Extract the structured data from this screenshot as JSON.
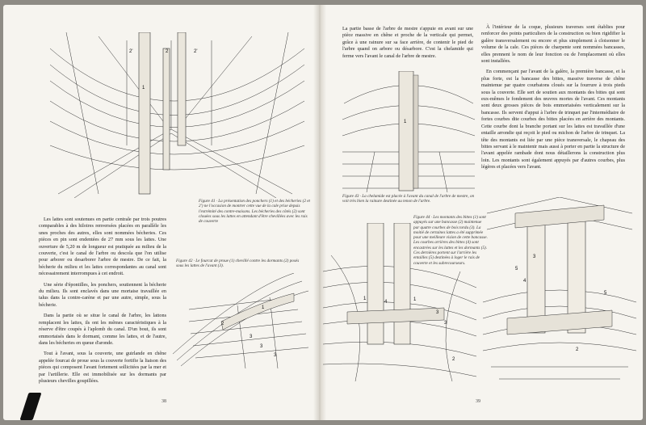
{
  "left_page": {
    "figure41_caption": "Figure 41 · La présentation des ponchers (1) et des bécheries (2 et 2') ne l'occasion de montrer cette vue de la cale prise depuis l'extrémité des contre-maisons. Les bécheries des côtés (2) sont clouées sous les lattes en attendant d'être chevillées avec les rais de couverte",
    "figure42_caption": "Figure 42 · Le fourcat de proue (1) chevillé contre les dormants (2) posés sous les lattes de l'avant (3).",
    "paragraphs": [
      "Les lattes sont soutenues en partie centrale par trois poutres comparables à des hiloires renversées placées en parallèle les unes proches des autres, elles sont nommées bécheries. Ces pièces en pin sont endentées de 27 mm sous les lattes. Une ouverture de 5,20 m de longueur est pratiquée au milieu de la couverte, c'est le canal de l'arbre ou descola que l'on utilise pour arborer ou desarborer l'arbre de mestre. De ce fait, la bécherie du milieu et les lattes correspondantes au canal sont nécessairement interrompues à cet endroit.",
      "Une série d'épontilles, les ponchers, soutiennent la bécherie du milieu. Ils sont enclavés dans une mortaise travaillée en talus dans la contre-carène et par une autre, simple, sous la bécherie.",
      "Dans la partie où se situe le canal de l'arbre, les lattons remplacent les lattes, ils ont les mêmes caractéristiques à la réserve d'être coupés à l'aplomb du canal. D'un bout, ils sont emmortaisés dans le dormant, comme les lattes, et de l'autre, dans les bécheries en queue d'aronde.",
      "Tout à l'avant, sous la couverte, une guirlande en chêne appelée fourcat de proue sous la couverte fortifie la liaison des pièces qui composent l'avant fortement sollicitées par la mer et par l'artillerie. Elle est immobilisée sur les dormants par plusieurs chevilles goupillées."
    ],
    "page_number": "38"
  },
  "right_page": {
    "intro": "La partie basse de l'arbre de mestre s'appuie en avant sur une pièce massive en chêne et proche de la verticale qui permet, grâce à une rainure sur sa face arrière, de contenir le pied de l'arbre quand on arbore ou désarbore. C'est la chelamide qui ferme vers l'avant le canal de l'arbre de mestre.",
    "figure43_caption": "Figure 43 · La chelamide est placée à l'avant du canal de l'arbre de mestre, on voit très bien la rainure destinée au tenon de l'arbre.",
    "figure44_caption": "Figure 44 · Les montants des bittes (1) sont appuyés sur une bancasse (2) maintenue par quatre courbes de bois tordu (3). La moitié de certaines lattes a été supprimée pour une meilleure vision de cette bancasse. Les courbes arrières des bittes (4) sont encastrées sur les lattes et les dormants (5). Ces dernières portent sur l'arrière les entailles (5) destinées à loger le rais de couverte et les subrecourseurs.",
    "paragraphs": [
      "À l'intérieur de la coque, plusieurs traverses sont établies pour renforcer des points particuliers de la construction ou bien rigidifier la galère transversalement ou encore et plus simplement à cloisonner le volume de la cale. Ces pièces de charpente sont nommées bancasses, elles prennent le nom de leur fonction ou de l'emplacement où elles sont installées.",
      "En commençant par l'avant de la galère, la première bancasse, et la plus forte, est la bancasse des bittes, massive traverse de chêne maintenue par quatre courbatons cloués sur la fourrure à trois pieds sous la couverte. Elle sert de soutien aux montants des bittes qui sont eux-mêmes le fondement des œuvres mortes de l'avant. Ces montants sont deux grosses pièces de bois emmortaisées verticalement sur la bancasse. Ils servent d'appui à l'arbre de trinquet par l'intermédiaire de fortes courbes dite courbes des bittes placées en arrière des montants. Cette courbe dont la branche portant sur les lattes est travaillée d'une entaille arrondie qui reçoit le pied ou michon de l'arbre de trinquet. La tête des montants est liée par une pièce transversale, le chapeau des bittes servant à le maintenir mais aussi à porter en partie la structure de l'avant appelée rambade dont nous détaillerons la construction plus loin. Les montants sont également appuyés par d'autres courbes, plus légères et placées vers l'avant."
    ],
    "page_number": "39"
  },
  "figure_labels": {
    "fig41": [
      "1",
      "2",
      "2'",
      "2'"
    ],
    "fig42": [
      "1",
      "2",
      "3",
      "3",
      "3"
    ],
    "fig43": [
      "1"
    ],
    "fig44": [
      "1",
      "4",
      "1",
      "3",
      "3",
      "2",
      "3",
      "5",
      "4",
      "5",
      "2"
    ]
  }
}
